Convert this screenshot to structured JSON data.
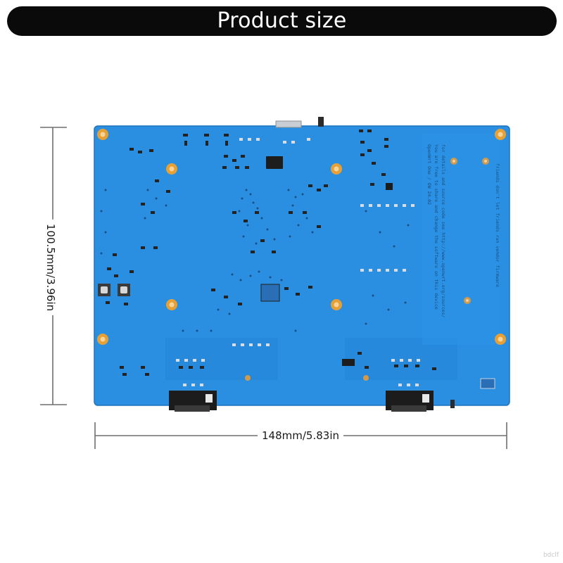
{
  "header": {
    "title": "Product size"
  },
  "dimensions": {
    "height_label": "100.5mm/3.96in",
    "width_label": "148mm/5.83in"
  },
  "board": {
    "color": "#2a8fe0",
    "pad_color": "#e8a035",
    "silkscreen_lines": [
      "OpenWrt One / OW 24.02",
      "You are free to share and change the software on this device",
      "for details and source code see http://www.openwrt.org/sources/"
    ],
    "silkscreen_right": "friends don't let friends run vendor firmware"
  },
  "colors": {
    "title_bg": "#0a0a0a",
    "title_fg": "#ffffff",
    "dimension_line": "#6e6e6e"
  },
  "watermark": "bdclf"
}
